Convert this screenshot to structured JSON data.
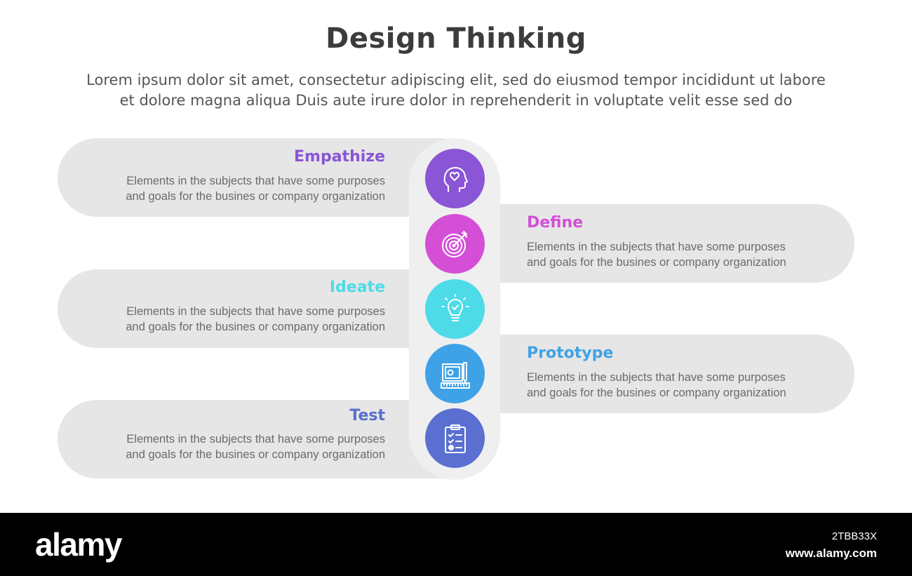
{
  "header": {
    "title": "Design Thinking",
    "subtitle_line1": "Lorem ipsum dolor sit amet, consectetur adipiscing elit, sed do eiusmod tempor incididunt ut labore",
    "subtitle_line2": "et dolore magna aliqua Duis aute irure dolor in reprehenderit in voluptate velit esse sed do"
  },
  "steps": [
    {
      "title": "Empathize",
      "desc_line1": "Elements in the subjects that have some purposes",
      "desc_line2": "and goals for the  busines or company organization",
      "color": "#8a55d6",
      "icon": "head-heart-icon"
    },
    {
      "title": "Define",
      "desc_line1": "Elements in the subjects that have some purposes",
      "desc_line2": "and goals for the  busines or company organization",
      "color": "#d44fd6",
      "icon": "target-arrow-icon"
    },
    {
      "title": "Ideate",
      "desc_line1": "Elements in the subjects that have some purposes",
      "desc_line2": "and goals for the  busines or company organization",
      "color": "#4ddbe8",
      "icon": "lightbulb-icon"
    },
    {
      "title": "Prototype",
      "desc_line1": "Elements in the subjects that have some purposes",
      "desc_line2": "and goals for the  busines or company organization",
      "color": "#3fa2e6",
      "icon": "blueprint-ruler-icon"
    },
    {
      "title": "Test",
      "desc_line1": "Elements in the subjects that have some purposes",
      "desc_line2": "and goals for the  busines or company organization",
      "color": "#5a6fd0",
      "icon": "clipboard-checklist-icon"
    }
  ],
  "footer": {
    "logo": "alamy",
    "image_id": "2TBB33X",
    "url": "www.alamy.com"
  }
}
